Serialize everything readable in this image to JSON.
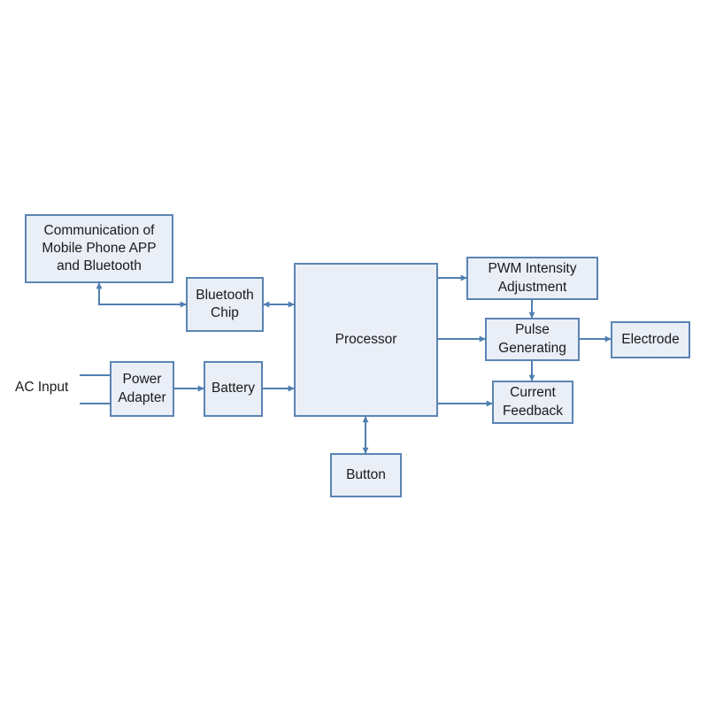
{
  "diagram": {
    "nodes": {
      "app_comm": "Communication of\nMobile Phone APP\nand Bluetooth",
      "bluetooth_chip": "Bluetooth\nChip",
      "processor": "Processor",
      "pwm": "PWM Intensity\nAdjustment",
      "pulse": "Pulse\nGenerating",
      "electrode": "Electrode",
      "current_feedback": "Current\nFeedback",
      "power_adapter": "Power\nAdapter",
      "battery": "Battery",
      "button": "Button"
    },
    "ac_input_label": "AC Input",
    "colors": {
      "box_fill": "#e9eef7",
      "box_border": "#5b84b3",
      "arrow": "#4f7fb0"
    }
  }
}
